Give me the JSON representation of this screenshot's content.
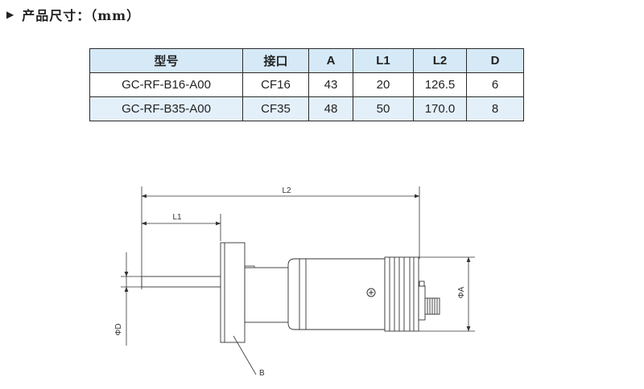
{
  "heading": {
    "marker": "▶",
    "text": "产品尺寸：（mm）"
  },
  "table": {
    "headers": [
      "型号",
      "接口",
      "A",
      "L1",
      "L2",
      "D"
    ],
    "rows": [
      [
        "GC-RF-B16-A00",
        "CF16",
        "43",
        "20",
        "126.5",
        "6"
      ],
      [
        "GC-RF-B35-A00",
        "CF35",
        "48",
        "50",
        "170.0",
        "8"
      ]
    ]
  },
  "drawing": {
    "labels": {
      "l2": "L2",
      "l1": "L1",
      "a": "ΦA",
      "d": "ΦD",
      "b": "B"
    }
  }
}
